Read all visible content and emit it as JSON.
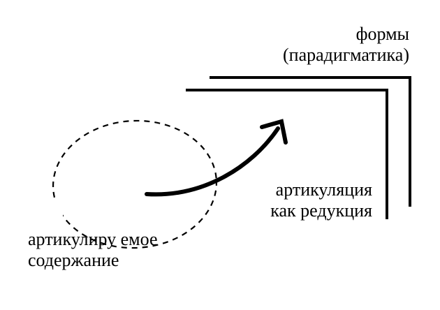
{
  "labels": {
    "forms": {
      "line1": "формы",
      "line2": "(парадигматика)"
    },
    "articulation": {
      "line1": "артикуляция",
      "line2": "как редукция"
    },
    "content": {
      "line1": "артикулиру емое",
      "line2": "содержание"
    }
  },
  "colors": {
    "stroke": "#000000",
    "background": "#ffffff"
  },
  "icons": {
    "arrow": "curved-arrow-icon",
    "frames": "corner-bracket-icon",
    "ellipse": "dashed-ellipse-icon"
  }
}
